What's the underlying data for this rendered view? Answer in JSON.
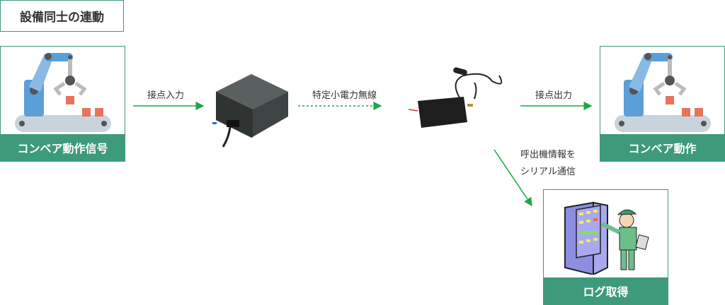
{
  "title": "設備同士の連動",
  "cards": {
    "left": "コンベア動作信号",
    "right": "コンベア動作",
    "bottom": "ログ取得"
  },
  "arrows": {
    "contact_in": "接点入力",
    "wireless": "特定小電力無線",
    "contact_out": "接点出力",
    "serial_line1": "呼出機情報を",
    "serial_line2": "シリアル通信"
  },
  "colors": {
    "accent": "#3d9a7b",
    "arrow": "#1aa84a"
  }
}
